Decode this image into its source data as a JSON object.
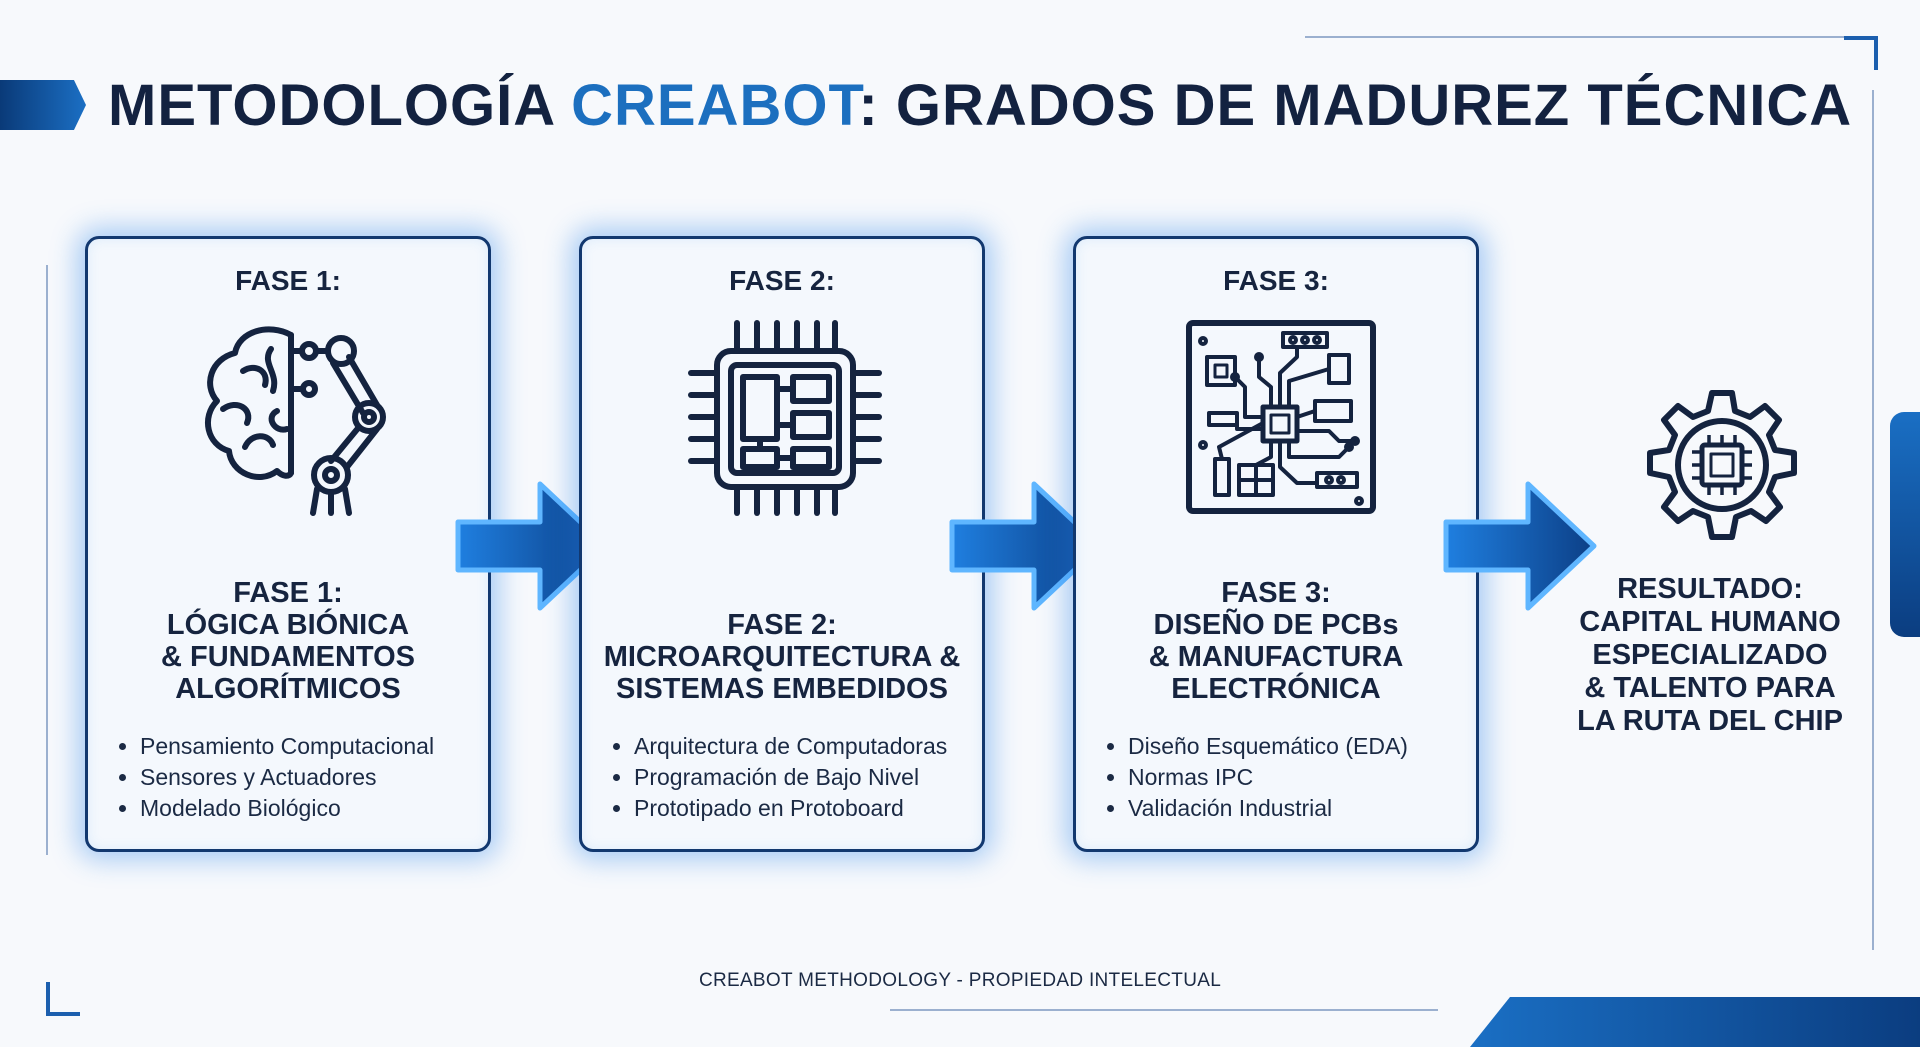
{
  "title": {
    "prefix": "METODOLOGÍA ",
    "accent": "CREABOT",
    "suffix": ": GRADOS DE MADUREZ TÉCNICA"
  },
  "phases": [
    {
      "header": "FASE 1:",
      "icon": "brain-robot-arm-icon",
      "title_lines": [
        "FASE 1:",
        "LÓGICA BIÓNICA",
        "& FUNDAMENTOS",
        "ALGORÍTMICOS"
      ],
      "bullets": [
        "Pensamiento Computacional",
        "Sensores y Actuadores",
        "Modelado Biológico"
      ]
    },
    {
      "header": "FASE 2:",
      "icon": "microchip-icon",
      "title_lines": [
        "FASE 2:",
        "MICROARQUITECTURA &",
        "SISTEMAS EMBEDIDOS"
      ],
      "bullets": [
        "Arquitectura de Computadoras",
        "Programación de Bajo Nivel",
        "Prototipado en Protoboard"
      ]
    },
    {
      "header": "FASE 3:",
      "icon": "circuit-board-icon",
      "title_lines": [
        "FASE 3:",
        "DISEÑO DE PCBs",
        "& MANUFACTURA",
        "ELECTRÓNICA"
      ],
      "bullets": [
        "Diseño Esquemático (EDA)",
        "Normas IPC",
        "Validación Industrial"
      ]
    }
  ],
  "result": {
    "icon": "gear-chip-icon",
    "lines": [
      "RESULTADO:",
      "CAPITAL HUMANO",
      "ESPECIALIZADO",
      "& TALENTO PARA",
      "LA RUTA DEL CHIP"
    ]
  },
  "footer": "CREABOT METHODOLOGY - PROPIEDAD INTELECTUAL",
  "colors": {
    "navy": "#132240",
    "accent": "#1c6fbf",
    "glow": "#2a8cf0",
    "background": "#f7f9fc"
  }
}
